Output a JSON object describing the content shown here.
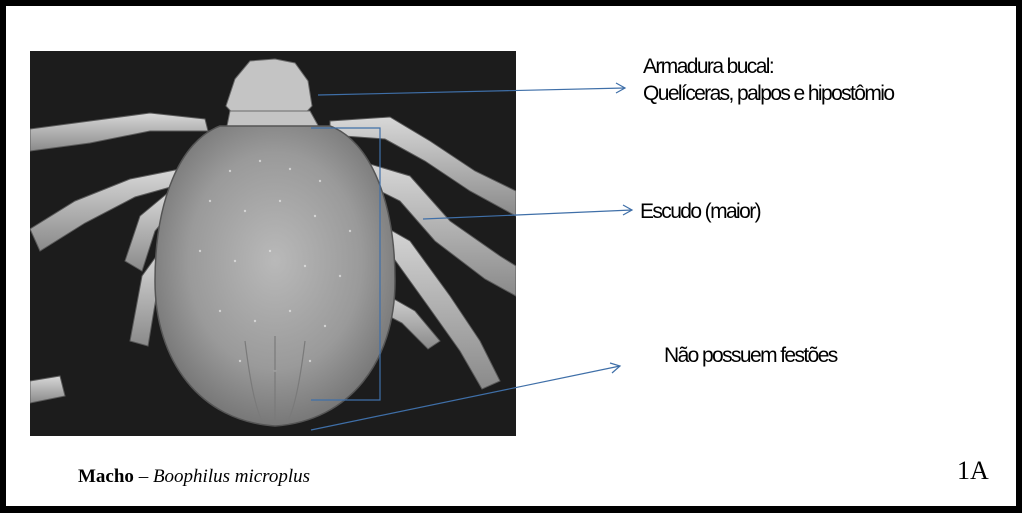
{
  "labels": {
    "mouthparts_line1": "Armadura bucal:",
    "mouthparts_line2": "Quelíceras, palpos e hipostômio",
    "shield": "Escudo (maior)",
    "festoons": "Não possuem festões"
  },
  "caption": {
    "sex": "Macho",
    "dash": " – ",
    "species": "Boophilus microplus"
  },
  "panel_id": "1A",
  "colors": {
    "frame": "#000000",
    "arrow": "#3f6fa8",
    "photo_background": "#1a1a1a"
  },
  "image_subject": "tick-sem-icon"
}
